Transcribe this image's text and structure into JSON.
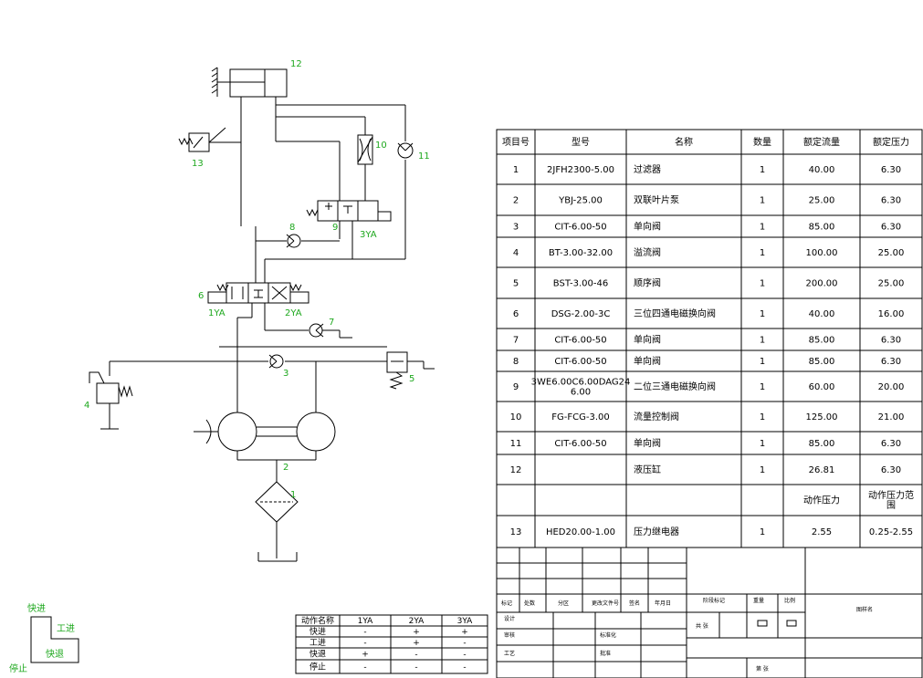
{
  "schematic_labels": {
    "c12": "12",
    "c13": "13",
    "c10": "10",
    "c11": "11",
    "c8": "8",
    "c9": "9",
    "c3ya": "3YA",
    "c6": "6",
    "c1ya": "1YA",
    "c2ya": "2YA",
    "c7": "7",
    "c3": "3",
    "c5": "5",
    "c4": "4",
    "c2": "2",
    "c1": "1"
  },
  "bom": {
    "headers": [
      "项目号",
      "型号",
      "名称",
      "数量",
      "额定流量",
      "额定压力"
    ],
    "rows": [
      [
        "1",
        "2JFH2300-5.00",
        "过滤器",
        "1",
        "40.00",
        "6.30"
      ],
      [
        "2",
        "YBJ-25.00",
        "双联叶片泵",
        "1",
        "25.00",
        "6.30"
      ],
      [
        "3",
        "CIT-6.00-50",
        "单向阀",
        "1",
        "85.00",
        "6.30"
      ],
      [
        "4",
        "BT-3.00-32.00",
        "溢流阀",
        "1",
        "100.00",
        "25.00"
      ],
      [
        "5",
        "BST-3.00-46",
        "顺序阀",
        "1",
        "200.00",
        "25.00"
      ],
      [
        "6",
        "DSG-2.00-3C",
        "三位四通电磁换向阀",
        "1",
        "40.00",
        "16.00"
      ],
      [
        "7",
        "CIT-6.00-50",
        "单向阀",
        "1",
        "85.00",
        "6.30"
      ],
      [
        "8",
        "CIT-6.00-50",
        "单向阀",
        "1",
        "85.00",
        "6.30"
      ],
      [
        "9",
        "3WE6.00C6.00DAG24\n6.00",
        "二位三通电磁换向阀",
        "1",
        "60.00",
        "20.00"
      ],
      [
        "10",
        "FG-FCG-3.00",
        "流量控制阀",
        "1",
        "125.00",
        "21.00"
      ],
      [
        "11",
        "CIT-6.00-50",
        "单向阀",
        "1",
        "85.00",
        "6.30"
      ],
      [
        "12",
        "",
        "液压缸",
        "1",
        "26.81",
        "6.30"
      ],
      [
        "",
        "",
        "",
        "",
        "动作压力",
        "动作压力范\n围"
      ],
      [
        "13",
        "HED20.00-1.00",
        "压力继电器",
        "1",
        "2.55",
        "0.25-2.55"
      ]
    ]
  },
  "action_table": {
    "headers": [
      "动作名称",
      "1YA",
      "2YA",
      "3YA"
    ],
    "rows": [
      [
        "快进",
        "-",
        "+",
        "+"
      ],
      [
        "工进",
        "-",
        "+",
        "-"
      ],
      [
        "快退",
        "+",
        "-",
        "-"
      ],
      [
        "停止",
        "-",
        "-",
        "-"
      ]
    ]
  },
  "cycle": {
    "fast_fwd": "快进",
    "work_fwd": "工进",
    "fast_back": "快退",
    "stop": "停止"
  },
  "title_block": {
    "c1": "标记",
    "c2": "处数",
    "c3": "分区",
    "c4": "更改文件号",
    "c5": "签名",
    "c6": "年月日",
    "design": "设计",
    "review": "审核",
    "process": "工艺",
    "std": "标准化",
    "approve": "批准",
    "stage": "阶段标记",
    "weight": "重量",
    "scale": "比例",
    "drawing": "图样名",
    "share": "共 张",
    "sheet": "第 张"
  }
}
